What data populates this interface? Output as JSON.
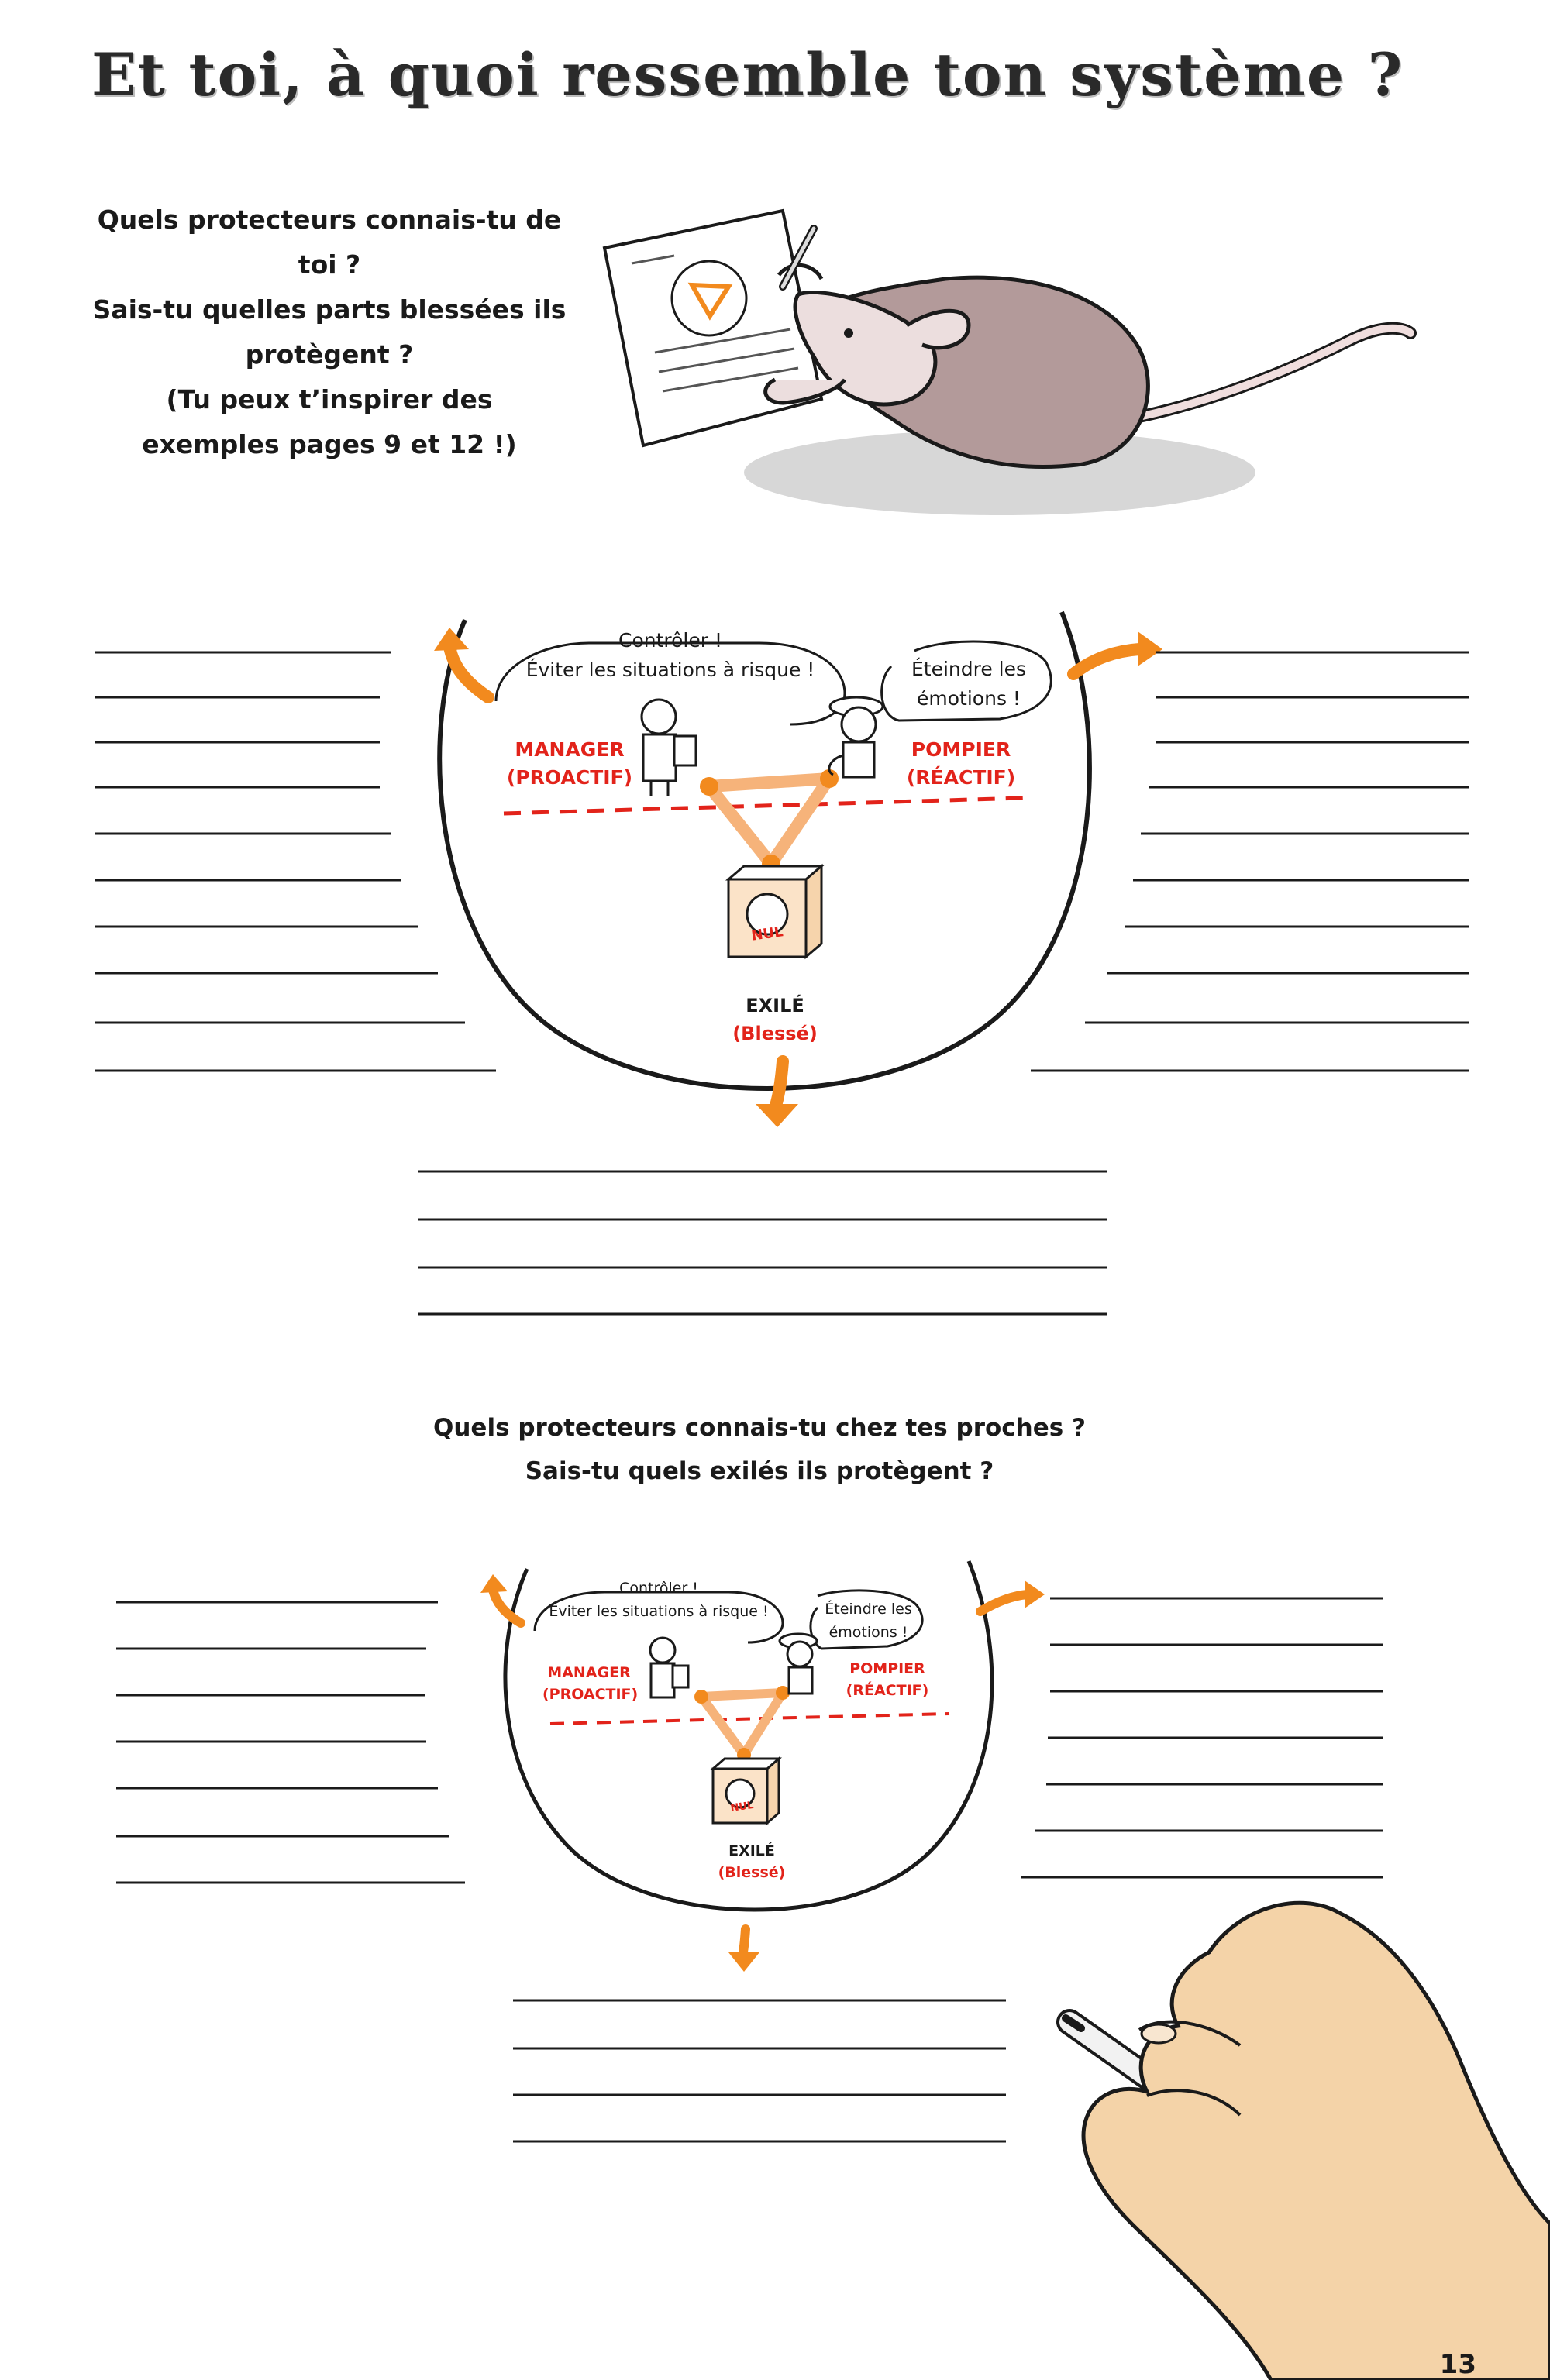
{
  "page_title": "Et toi, à quoi ressemble ton système ?",
  "intro": {
    "line1": "Quels protecteurs connais-tu de toi ?",
    "line2": "Sais-tu quelles parts blessées ils",
    "line3": "protègent ?",
    "line4": "(Tu peux t’inspirer des",
    "line5": "exemples pages 9 et 12 !)"
  },
  "diagram1": {
    "bubble_left_1": "Contrôler !",
    "bubble_left_2": "Éviter les situations à risque !",
    "bubble_right_1": "Éteindre les",
    "bubble_right_2": "émotions !",
    "manager": "MANAGER",
    "manager_sub": "(PROACTIF)",
    "pompier": "POMPIER",
    "pompier_sub": "(RÉACTIF)",
    "exile": "EXILÉ",
    "exile_sub": "(Blessé)",
    "box_label": "NUL"
  },
  "intro2": {
    "line1": "Quels protecteurs connais-tu chez tes proches ?",
    "line2": "Sais-tu quels exilés ils protègent ?"
  },
  "diagram2": {
    "bubble_left_1": "Contrôler !",
    "bubble_left_2": "Éviter les situations à risque !",
    "bubble_right_1": "Éteindre les",
    "bubble_right_2": "émotions !",
    "manager": "MANAGER",
    "manager_sub": "(PROACTIF)",
    "pompier": "POMPIER",
    "pompier_sub": "(RÉACTIF)",
    "exile": "EXILÉ",
    "exile_sub": "(Blessé)",
    "box_label": "NUL"
  },
  "page_number": "13",
  "colors": {
    "orange": "#f28a1e",
    "red": "#e2231a",
    "ink": "#1a1a1a",
    "rat": "#b39a9a",
    "skin": "#f4d3a8"
  }
}
